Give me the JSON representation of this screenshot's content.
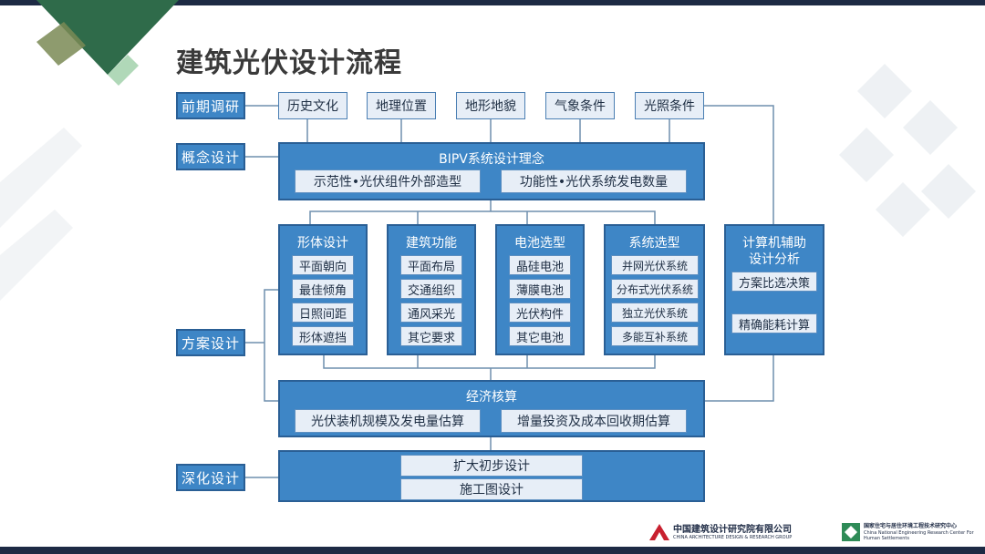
{
  "title": "建筑光伏设计流程",
  "stages": {
    "research": "前期调研",
    "concept": "概念设计",
    "scheme": "方案设计",
    "deepen": "深化设计"
  },
  "research_items": [
    "历史文化",
    "地理位置",
    "地形地貌",
    "气象条件",
    "光照条件"
  ],
  "concept": {
    "title": "BIPV系统设计理念",
    "items": [
      "示范性•光伏组件外部造型",
      "功能性•光伏系统发电数量"
    ]
  },
  "columns": [
    {
      "title": "形体设计",
      "items": [
        "平面朝向",
        "最佳倾角",
        "日照间距",
        "形体遮挡"
      ]
    },
    {
      "title": "建筑功能",
      "items": [
        "平面布局",
        "交通组织",
        "通风采光",
        "其它要求"
      ]
    },
    {
      "title": "电池选型",
      "items": [
        "晶硅电池",
        "薄膜电池",
        "光伏构件",
        "其它电池"
      ]
    },
    {
      "title": "系统选型",
      "items": [
        "并网光伏系统",
        "分布式光伏系统",
        "独立光伏系统",
        "多能互补系统"
      ]
    }
  ],
  "computer": {
    "title_line1": "计算机辅助",
    "title_line2": "设计分析",
    "items": [
      "方案比选决策",
      "精确能耗计算"
    ]
  },
  "economics": {
    "title": "经济核算",
    "items": [
      "光伏装机规模及发电量估算",
      "增量投资及成本回收期估算"
    ]
  },
  "deepen": {
    "items": [
      "扩大初步设计",
      "施工图设计"
    ]
  },
  "footer": {
    "org1_cn": "中国建筑设计研究院有限公司",
    "org1_en": "CHINA ARCHITECTURE DESIGN & RESEARCH GROUP",
    "org2_cn": "国家住宅与居住环境工程技术研究中心",
    "org2_en_line1": "China National Engineering Research Center For",
    "org2_en_line2": "Human Settlements"
  },
  "colors": {
    "box_fill": "#3e86c6",
    "box_border": "#2a5f95",
    "pill_fill": "#e7eef7",
    "dark_bar": "#1d2a44",
    "deco_green": "#2f6b4a"
  }
}
